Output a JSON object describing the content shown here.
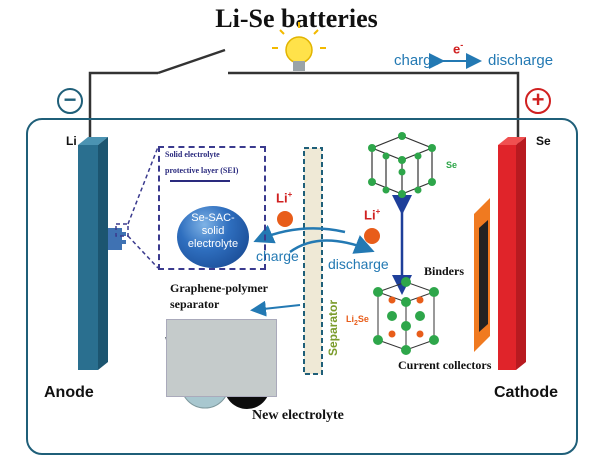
{
  "title": "Li-Se batteries",
  "terminals": {
    "negative": "−",
    "positive": "+"
  },
  "flow": {
    "charge": "charge",
    "electron": "e",
    "electron_sup": "-",
    "discharge": "discharge"
  },
  "electrodes": {
    "anode_material": "Li",
    "cathode_material": "Se",
    "anode": "Anode",
    "cathode": "Cathode"
  },
  "sei": {
    "line1": "Solid electrolyte",
    "line2": "protective layer (SEI)",
    "sphere_line1": "Se-SAC-",
    "sphere_line2": "solid",
    "sphere_line3": "electrolyte"
  },
  "ions": {
    "li_left": "Li",
    "li_right": "Li",
    "sup": "+"
  },
  "arrows": {
    "charge": "charge",
    "discharge": "discharge"
  },
  "separator": {
    "label": "Separator",
    "graphene1": "Graphene-polymer",
    "graphene2": "separator"
  },
  "crystals": {
    "se": "Se",
    "li2se_a": "Li",
    "li2se_sub": "2",
    "li2se_b": "Se"
  },
  "components": {
    "binders": "Binders",
    "collectors": "Current collectors"
  },
  "electrolyte": "New electrolyte",
  "colors": {
    "anode": "#2a6f8f",
    "cathode": "#e0242a",
    "cell_border": "#1f5f79",
    "arrow_blue": "#2379b3",
    "ion_orange": "#e85d1a",
    "separator_green": "#7a9b2a"
  }
}
